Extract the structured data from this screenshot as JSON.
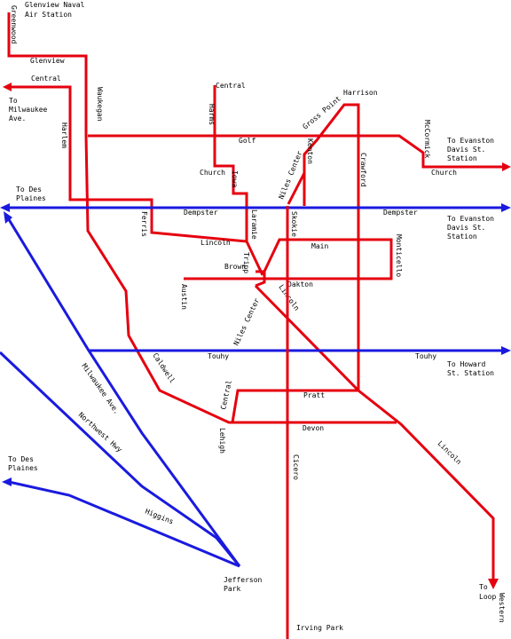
{
  "map": {
    "colors": {
      "red_routes": "#e5000f",
      "blue_routes": "#1a1adf",
      "background": "#ffffff"
    },
    "labels": {
      "glenview_naval": "Glenview Naval",
      "air_station": "Air Station",
      "greenwood": "Greenwood",
      "glenview": "Glenview",
      "central_top": "Central",
      "central_left": "Central",
      "to_milwaukee_1": "To",
      "to_milwaukee_2": "Milwaukee",
      "to_milwaukee_3": "Ave.",
      "waukegan": "Waukegan",
      "harlem": "Harlem",
      "harms": "Harms",
      "golf": "Golf",
      "church_mid": "Church",
      "lowa": "Iowa",
      "harrison": "Harrison",
      "gross_point": "Gross Point",
      "kenton": "Kenton",
      "niles_center_top": "Niles Center",
      "crawford": "Crawford",
      "mccormick": "McCormick",
      "to_evanston_davis_a1": "To Evanston",
      "to_evanston_davis_a2": "Davis St.",
      "to_evanston_davis_a3": "Station",
      "church_right": "Church",
      "to_des_plaines_top_1": "To Des",
      "to_des_plaines_top_2": "Plaines",
      "ferris": "Ferris",
      "dempster_left": "Dempster",
      "laramie": "Laramie",
      "skokie": "Skokie",
      "dempster_right": "Dempster",
      "to_evanston_davis_b1": "To Evanston",
      "to_evanston_davis_b2": "Davis St.",
      "to_evanston_davis_b3": "Station",
      "lincoln_upper": "Lincoln",
      "main": "Main",
      "monticello": "Monticello",
      "brown": "Brown",
      "tripp": "Tripp",
      "austin": "Austin",
      "oakton": "Oakton",
      "lincoln_diag": "Lincoln",
      "niles_center_mid": "Niles Center",
      "milwaukee_ave": "Milwaukee Ave.",
      "caldwell": "Caldwell",
      "touhy_left": "Touhy",
      "touhy_right": "Touhy",
      "to_howard_1": "To Howard",
      "to_howard_2": "St. Station",
      "central_lower": "Central",
      "pratt": "Pratt",
      "northwest_hwy": "Northwest Hwy",
      "lehigh": "Lehigh",
      "devon": "Devon",
      "cicero": "Cicero",
      "lincoln_lower": "Lincoln",
      "to_des_plaines_low_1": "To Des",
      "to_des_plaines_low_2": "Plaines",
      "higgins": "Higgins",
      "jefferson_1": "Jefferson",
      "jefferson_2": "Park",
      "to_loop_1": "To",
      "to_loop_2": "Loop",
      "western": "Western",
      "irving_park": "Irving Park"
    }
  }
}
